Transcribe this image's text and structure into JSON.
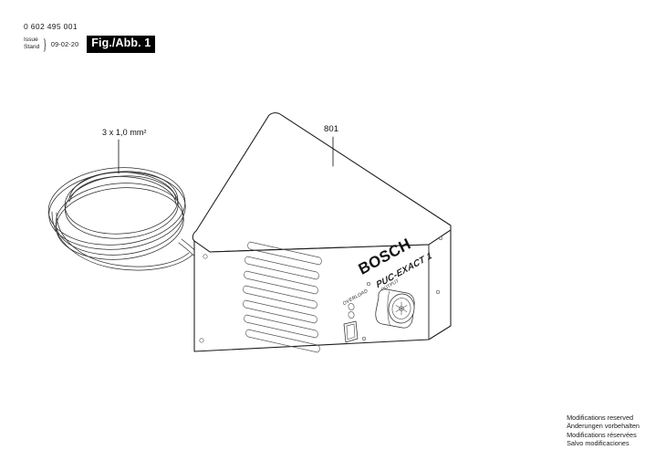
{
  "header": {
    "part_number": "0 602 495 001",
    "issue_label_en": "Issue",
    "issue_label_de": "Stand",
    "issue_brace": "}",
    "issue_date": "09-02-20",
    "figure_badge": "Fig./Abb. 1"
  },
  "drawing": {
    "callout_801": "801",
    "cable_spec": "3 x 1,0 mm²",
    "brand": "BOSCH",
    "model": "PUC-EXACT 1",
    "overload_label": "OVERLOAD",
    "output_label": "OUTPUT",
    "ink_color": "#1a1a1a",
    "fill_color": "#ffffff"
  },
  "footer": {
    "line_en": "Modifications reserved",
    "line_de": "Änderungen vorbehalten",
    "line_fr": "Modifications réservées",
    "line_es": "Salvo modificaciones"
  }
}
